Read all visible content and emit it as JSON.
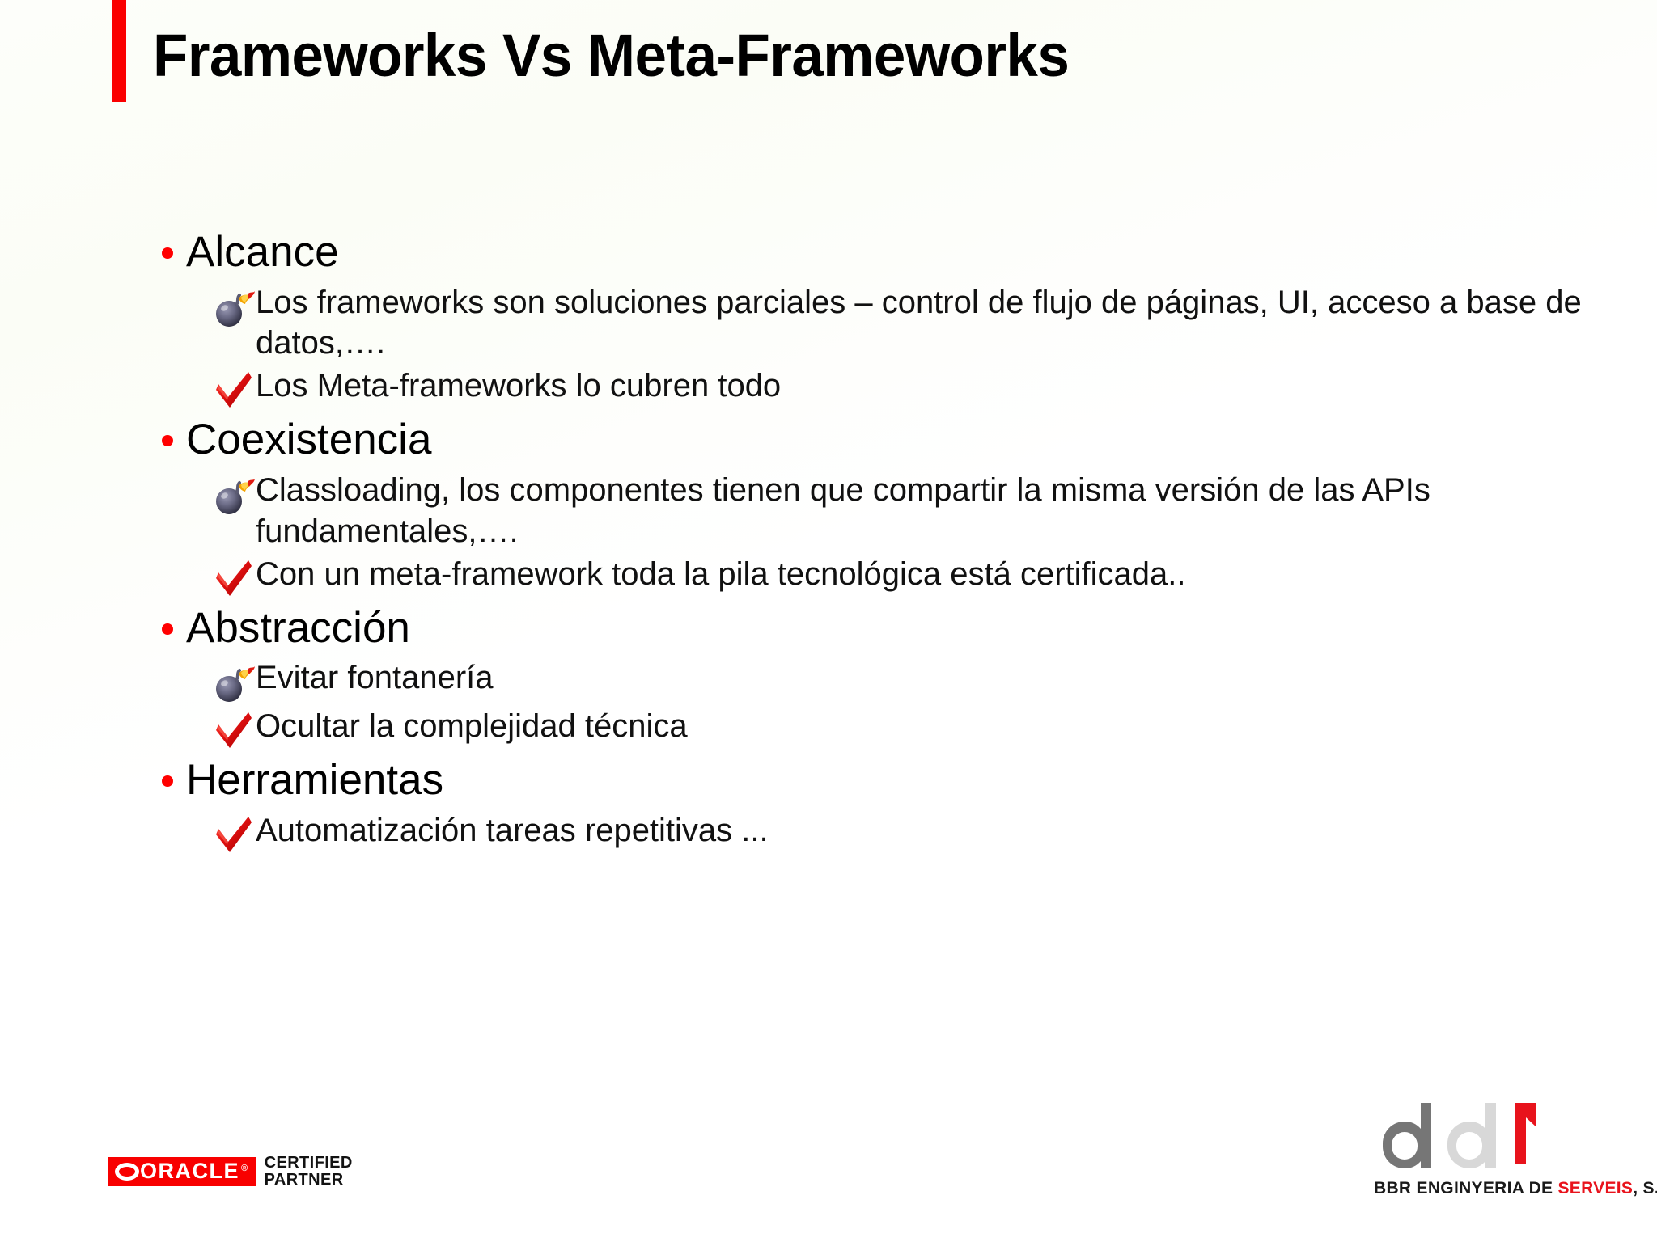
{
  "slide": {
    "title": "Frameworks Vs Meta-Frameworks",
    "accent_color": "#fa0000",
    "background_color": "#ffffff",
    "bullet_color": "#ff0000"
  },
  "sections": [
    {
      "label": "Alcance",
      "items": [
        {
          "icon": "bomb-icon",
          "text": "Los frameworks son soluciones parciales – control de flujo de páginas, UI, acceso a base de datos,…."
        },
        {
          "icon": "check-icon",
          "text": "Los Meta-frameworks lo cubren todo"
        }
      ]
    },
    {
      "label": "Coexistencia",
      "items": [
        {
          "icon": "bomb-icon",
          "text": "Classloading, los componentes tienen que compartir la misma versión de las APIs fundamentales,…."
        },
        {
          "icon": "check-icon",
          "text": "Con un meta-framework toda la pila tecnológica está certificada.."
        }
      ]
    },
    {
      "label": "Abstracción",
      "items": [
        {
          "icon": "bomb-icon",
          "text": "Evitar fontanería"
        },
        {
          "icon": "check-icon",
          "text": "Ocultar la complejidad técnica"
        }
      ]
    },
    {
      "label": "Herramientas",
      "items": [
        {
          "icon": "check-icon",
          "text": "Automatización tareas repetitivas ..."
        }
      ]
    }
  ],
  "footer": {
    "oracle": {
      "mark_text": "ORACLE",
      "line1": "CERTIFIED",
      "line2": "PARTNER",
      "mark_color": "#f80000"
    },
    "bbr": {
      "logo_letters": "bb",
      "tagline_black_1": "BBR ENGINYERIA DE ",
      "tagline_red": "SERVEIS",
      "tagline_black_2": ", S. L.",
      "gray_dark": "#767676",
      "gray_light": "#d6d6d6",
      "red": "#e8131c"
    }
  }
}
